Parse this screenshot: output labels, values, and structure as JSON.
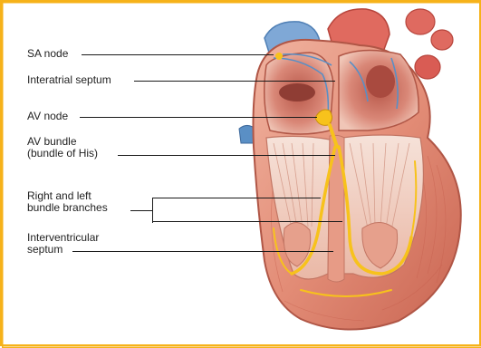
{
  "figure": {
    "border_color": "#f6b21a",
    "labels": [
      {
        "id": "sa-node",
        "text": "SA node"
      },
      {
        "id": "interatrial-septum",
        "text": "Interatrial septum"
      },
      {
        "id": "av-node",
        "text": "AV node"
      },
      {
        "id": "av-bundle",
        "text": "AV bundle\n(bundle of His)"
      },
      {
        "id": "bundle-branches",
        "text": "Right and left\nbundle branches"
      },
      {
        "id": "interventricular-septum",
        "text": "Interventricular\nseptum"
      }
    ]
  },
  "colors": {
    "myocardium": "#e59a84",
    "myocardium_dark": "#c7614f",
    "chamber_interior": "#f6d6cb",
    "conduction_pathway": "#f7c21c",
    "vessel_blue": "#5a8fc5",
    "vessel_red": "#d9574f"
  }
}
